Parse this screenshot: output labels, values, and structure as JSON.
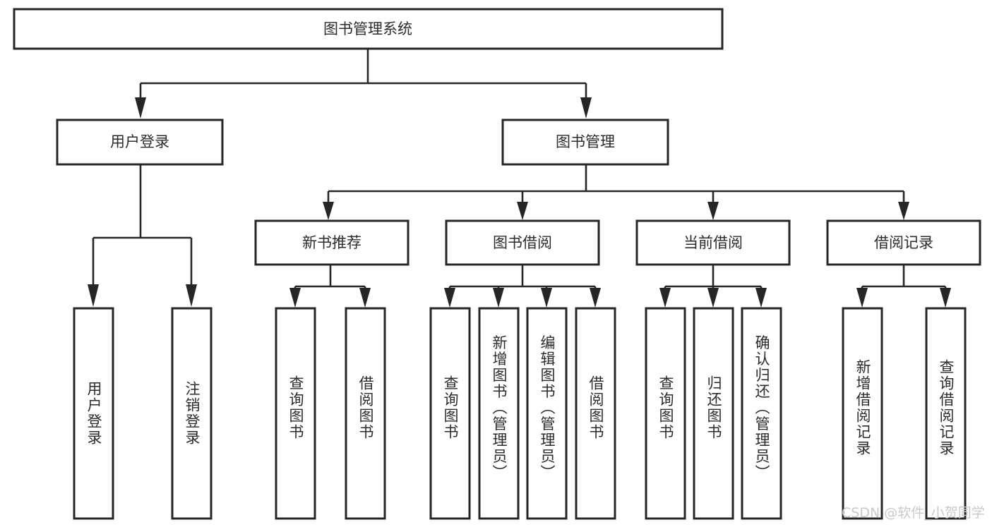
{
  "diagram": {
    "type": "tree",
    "title": "图书管理系统",
    "root": {
      "id": "root",
      "label": "图书管理系统",
      "orientation": "horizontal"
    },
    "level2": [
      {
        "id": "user-login",
        "label": "用户登录",
        "orientation": "horizontal"
      },
      {
        "id": "book-management",
        "label": "图书管理",
        "orientation": "horizontal"
      }
    ],
    "level3": [
      {
        "id": "new-book-recommend",
        "label": "新书推荐",
        "orientation": "horizontal",
        "parent": "book-management"
      },
      {
        "id": "book-borrow",
        "label": "图书借阅",
        "orientation": "horizontal",
        "parent": "book-management"
      },
      {
        "id": "current-borrow",
        "label": "当前借阅",
        "orientation": "horizontal",
        "parent": "book-management"
      },
      {
        "id": "borrow-record",
        "label": "借阅记录",
        "orientation": "horizontal",
        "parent": "book-management"
      }
    ],
    "leaves": {
      "user-login": [
        {
          "id": "leaf-user-login",
          "label": "用户登录",
          "orientation": "vertical"
        },
        {
          "id": "leaf-logout",
          "label": "注销登录",
          "orientation": "vertical"
        }
      ],
      "new-book-recommend": [
        {
          "id": "leaf-query-book-1",
          "label": "查询图书",
          "orientation": "vertical"
        },
        {
          "id": "leaf-borrow-book-1",
          "label": "借阅图书",
          "orientation": "vertical"
        }
      ],
      "book-borrow": [
        {
          "id": "leaf-query-book-2",
          "label": "查询图书",
          "orientation": "vertical"
        },
        {
          "id": "leaf-add-book",
          "label": "新增图书（管理员）",
          "orientation": "vertical"
        },
        {
          "id": "leaf-edit-book",
          "label": "编辑图书（管理员）",
          "orientation": "vertical"
        },
        {
          "id": "leaf-borrow-book-2",
          "label": "借阅图书",
          "orientation": "vertical"
        }
      ],
      "current-borrow": [
        {
          "id": "leaf-query-book-3",
          "label": "查询图书",
          "orientation": "vertical"
        },
        {
          "id": "leaf-return-book",
          "label": "归还图书",
          "orientation": "vertical"
        },
        {
          "id": "leaf-confirm-return",
          "label": "确认归还（管理员）",
          "orientation": "vertical"
        }
      ],
      "borrow-record": [
        {
          "id": "leaf-add-record",
          "label": "新增借阅记录",
          "orientation": "vertical"
        },
        {
          "id": "leaf-query-record",
          "label": "查询借阅记录",
          "orientation": "vertical"
        }
      ]
    }
  },
  "watermark": {
    "text": "CSDN @软件_小贺同学"
  },
  "colors": {
    "background": "#ffffff",
    "box_fill": "#ffffff",
    "box_stroke": "#262626",
    "connector": "#262626",
    "text": "#2b2b2b",
    "watermark": "#c9c9c9"
  }
}
